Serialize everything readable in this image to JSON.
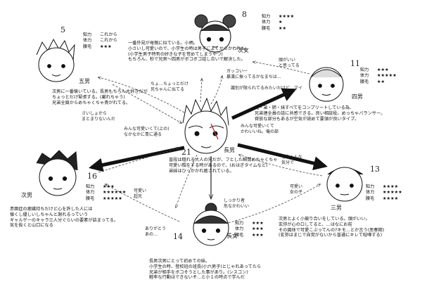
{
  "characters": {
    "fifth": {
      "age": "5",
      "name": "五男",
      "stats": [
        [
          "知力",
          "これから"
        ],
        [
          "体力",
          "これから"
        ],
        [
          "腰毛",
          "★★★"
        ]
      ],
      "desc": [
        "次男に一番懐いている。長男もちろん大好きだが",
        "ちょっとだけ緊張する。(厳れちゃう)",
        "兄弟全員からめちゃくちゃ貴がれてる。"
      ]
    },
    "sister": {
      "age": "8",
      "name": "次女",
      "stats": [
        [
          "知力",
          "★★★★"
        ],
        [
          "体力",
          "★"
        ],
        [
          "腰毛",
          "★★"
        ]
      ],
      "desc": [
        "一番外見が母親に似ている。小柄。",
        "小さいし可愛いので、小学生の時は男子によくからかわれた。",
        "(小学生男子特有の好きな子を苛めてしまうやつ)",
        "もちろん、秒で兄男〜四男がボコボコ話し合いで解決した。"
      ]
    },
    "fourth": {
      "age": "11",
      "name": "四男",
      "stats": [
        [
          "知力",
          "★★★"
        ],
        [
          "体力",
          "★★★★★"
        ],
        [
          "腰毛",
          "★★"
        ]
      ],
      "desc": [
        "兄・弟・姉・妹すべてをコンプリートしている為、",
        "兄弟連全員の話に共感できる。良い相談役。めっちゃバランサー。",
        "齊放な部分もあるが空気が読めて要領が良いタイプ。"
      ]
    },
    "eldest": {
      "age": "21",
      "name": "長男",
      "desc": [
        "普段は穏れる大人の兄だが、フとした瞬間めちゃくちゃ",
        "可愛い顔をする時があるので、(おはぎタイムなど)",
        "弟妹はひっかかれ癒されている。"
      ]
    },
    "second": {
      "age": "16",
      "name": "次男",
      "stats": [
        [
          "知力",
          "★★★"
        ],
        [
          "体力",
          "★★★★★★"
        ],
        [
          "腰毛",
          "★★★★★"
        ]
      ],
      "desc": [
        "赤面症の癒繊持ちだけど心を許した人には",
        "懐くし優しいしちゃんと謝れるっていう",
        "ギャルゲーのキャラ三人分ぐらいの要素が詰まってる。",
        "気を抜くと山口になる"
      ]
    },
    "third": {
      "age": "13",
      "name": "三男",
      "stats": [
        [
          "知力",
          "★★★★"
        ],
        [
          "体力",
          "★★★★★"
        ],
        [
          "腰毛",
          "★★★★"
        ]
      ],
      "desc": [
        "次男とよく小競り合いをしている。頭がいい。",
        "玄弥が心のロしてると、…はなにお前",
        "その図体で可愛こぶってんの?キモ…とか言う(思春期)",
        "(玄弥はまじで自覚がないから普通にキレて喧嘩する)"
      ]
    },
    "eldest_daughter": {
      "age": "14",
      "name": "長女",
      "stats": [
        [
          "知力",
          "★★★"
        ],
        [
          "体力",
          "★★★"
        ],
        [
          "腰毛",
          "★★★"
        ]
      ],
      "desc": [
        "長男次男にとって初めての妹。",
        "小学生の時、登校班の班長(小六男子)とじゃれあってたら",
        "兄弟が相手をボコそうとした事があり。(シスコン)",
        "軽率な行動はできないぞ…と小１の時点で学んだ"
      ]
    }
  },
  "arrow_notes": {
    "n1": [
      "ちょ…ちょっとだけ",
      "兄ちゃんに似てる"
    ],
    "n2": [
      "ガッコいー",
      "暴漢に振ってるかなまちは…"
    ],
    "n3": [
      "識別が限られてるみたいだけど…マイ"
    ],
    "n4": [
      "みんな可愛いくて",
      "かわいいね。俺の部"
    ],
    "n5": [
      "みんな可愛いくて(上の)",
      "なかなかに青に通る"
    ],
    "n6": [
      "さいしょから",
      "まとまりないんだ"
    ],
    "n7": [
      "しっかり者",
      "危なかわいい"
    ],
    "n8": [
      "可愛い",
      "超兄"
    ],
    "n9": [
      "可愛い",
      "女の子"
    ],
    "n10": [
      "ありがとう",
      "あの…"
    ],
    "n11": [
      "もうへんな",
      "気分で"
    ],
    "n12": [
      "頭がいい",
      "と思ってる"
    ]
  }
}
